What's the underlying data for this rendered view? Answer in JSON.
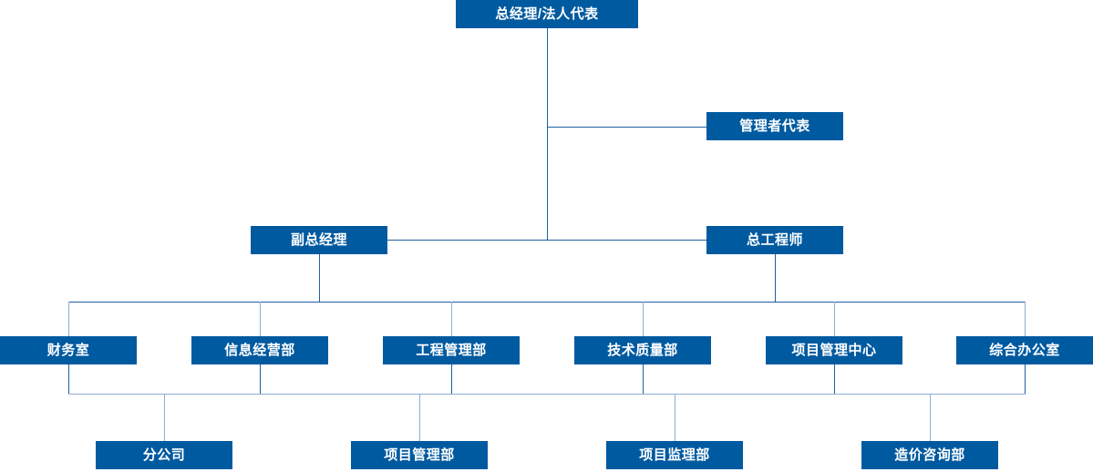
{
  "chart_title": "",
  "theme": {
    "node_fill": "#005AA0",
    "node_text": "#FFFFFF",
    "connector": "#1F5FA0",
    "connector_light": "#8FAED1",
    "background": "#FFFFFF"
  },
  "nodes": {
    "general_manager": {
      "label": "总经理/法人代表"
    },
    "management_rep": {
      "label": "管理者代表"
    },
    "deputy_gm": {
      "label": "副总经理"
    },
    "chief_engineer": {
      "label": "总工程师"
    },
    "departments": [
      {
        "label": "财务室"
      },
      {
        "label": "信息经营部"
      },
      {
        "label": "工程管理部"
      },
      {
        "label": "技术质量部"
      },
      {
        "label": "项目管理中心"
      },
      {
        "label": "综合办公室"
      }
    ],
    "subunits": [
      {
        "label": "分公司"
      },
      {
        "label": "项目管理部"
      },
      {
        "label": "项目监理部"
      },
      {
        "label": "造价咨询部"
      }
    ]
  }
}
